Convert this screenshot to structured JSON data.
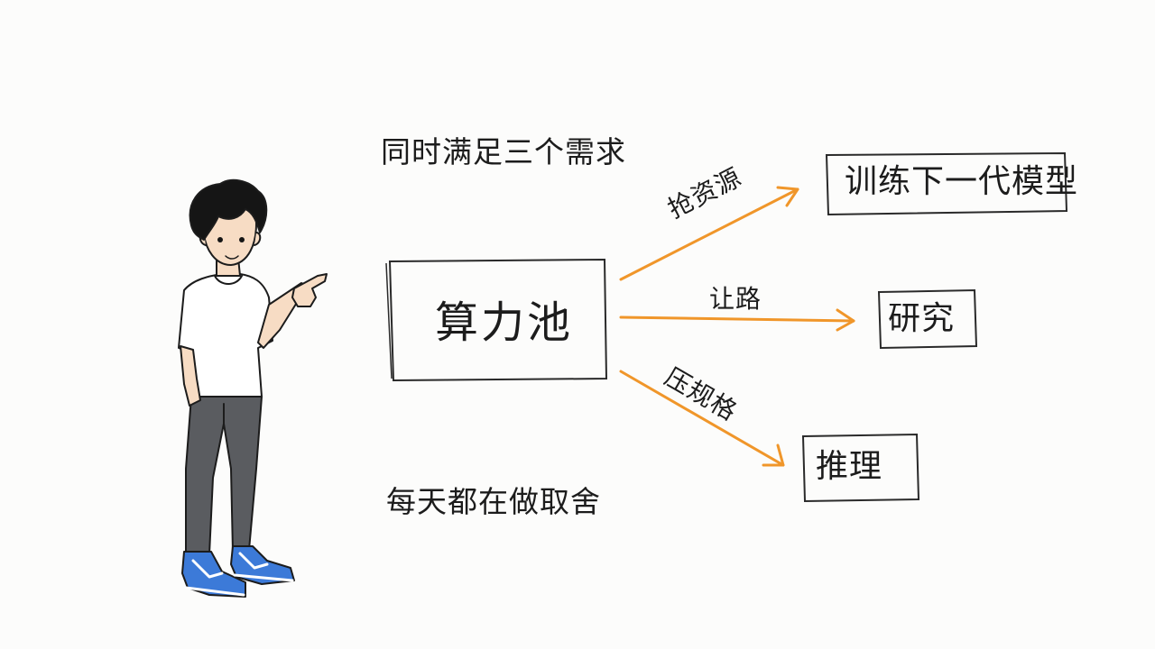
{
  "top_caption": "同时满足三个需求",
  "bottom_caption": "每天都在做取舍",
  "center_node": {
    "label": "算力池"
  },
  "targets": [
    {
      "label": "训练下一代模型",
      "edge_label": "抢资源"
    },
    {
      "label": "研究",
      "edge_label": "让路"
    },
    {
      "label": "推理",
      "edge_label": "压规格"
    }
  ],
  "colors": {
    "arrow": "#f0962a",
    "ink": "#1c1c1c",
    "shirt": "#ffffff",
    "pants": "#5a5c60",
    "shoes": "#3c7ad8",
    "hair": "#151515",
    "skin": "#f7dcc4"
  },
  "icons": {
    "presenter": "person-pointing-illustration"
  }
}
